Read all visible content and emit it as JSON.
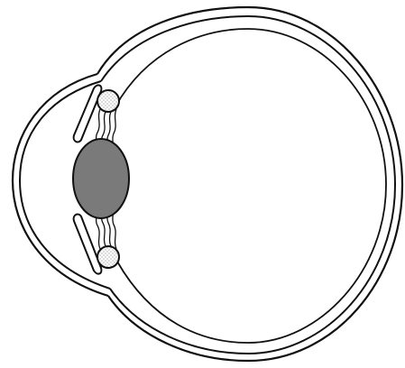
{
  "colors": {
    "background": "#ffffff",
    "outline": "#111111",
    "lens_fill": "#7a7a7a",
    "stipple": "#555555"
  },
  "figure": {
    "subject": "eye-cross-section",
    "parts": [
      "eyeball",
      "cornea",
      "iris",
      "lens",
      "ciliary-body",
      "zonular-fibers"
    ]
  }
}
